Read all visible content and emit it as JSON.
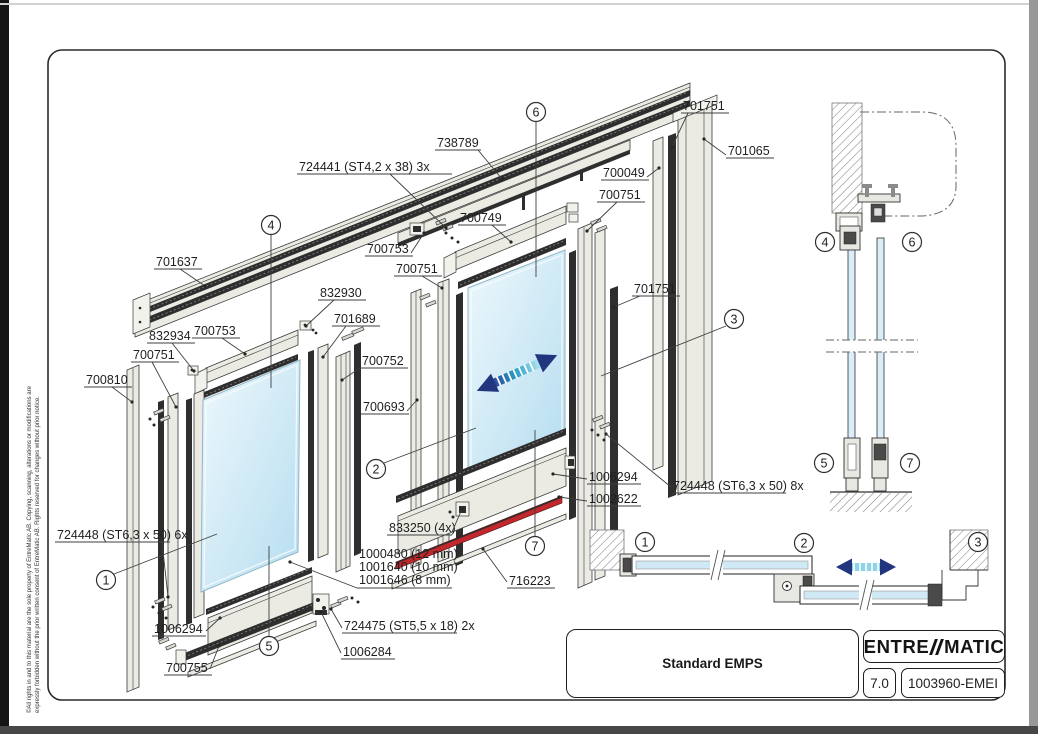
{
  "drawing": {
    "copyright_line1": "©All rights in and to this material are the sole property of EntreMatic AB. Copying, scanning, alterations or modifications are",
    "copyright_line2": "expressly forbidden without the prior written consent of EntreMatic AB. Rights reserved for changes without prior notice.",
    "callouts": [
      "1",
      "2",
      "3",
      "4",
      "5",
      "6",
      "7"
    ],
    "labels": {
      "l738789": "738789",
      "l724441": "724441 (ST4,2 x 38) 3x",
      "l701751_top": "701751",
      "l701065": "701065",
      "l700049": "700049",
      "l700751_right": "700751",
      "l700749": "700749",
      "l700753_top": "700753",
      "l701637": "701637",
      "l832930": "832930",
      "l701689": "701689",
      "l700753_left": "700753",
      "l832934": "832934",
      "l700751_left": "700751",
      "l700810": "700810",
      "l700752": "700752",
      "l700693": "700693",
      "l700751_mid": "700751",
      "l701751_mid": "701751",
      "l724448_8x": "724448 (ST6,3 x 50) 8x",
      "l1006294_right": "1006294",
      "l1002622": "1002622",
      "l833250": "833250 (4x)",
      "l1000480": "1000480 (12 mm)",
      "l1001640": "1001640 (10 mm)",
      "l1001646": "1001646 (8 mm)",
      "l716223": "716223",
      "l724448_6x": "724448 (ST6,3 x 50) 6x",
      "l1006294_left": "1006294",
      "l700755": "700755",
      "l724475": "724475 (ST5,5 x 18) 2x",
      "l1006284": "1006284"
    }
  },
  "title_block": {
    "title": "Standard EMPS",
    "brand_left": "ENTRE",
    "brand_right": "MATIC",
    "revision": "7.0",
    "document_number": "1003960-EMEI"
  },
  "colors": {
    "glass_light": "#edf7fb",
    "glass_deep": "#b5ddf0",
    "arrow_navy": "#21367f",
    "arrow_cyan": "#8ed3e8",
    "seal_red": "#c1272d"
  }
}
